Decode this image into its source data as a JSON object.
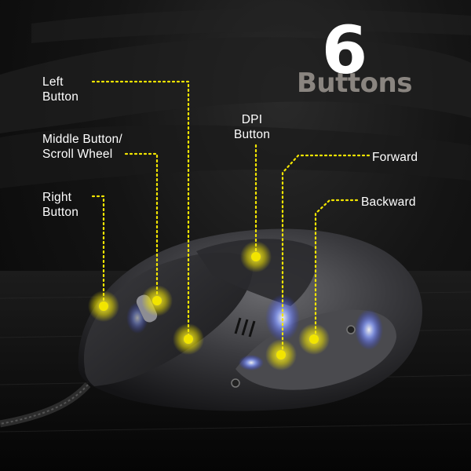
{
  "headline": {
    "number": "6",
    "word": "Buttons"
  },
  "labels": {
    "left_button": [
      "Left",
      "Button"
    ],
    "middle_button": [
      "Middle Button/",
      "Scroll Wheel"
    ],
    "right_button": [
      "Right",
      "Button"
    ],
    "dpi_button": [
      "DPI",
      "Button"
    ],
    "forward": "Forward",
    "backward": "Backward"
  },
  "colors": {
    "accent": "#f2e500",
    "text": "#ffffff",
    "headline_word": "#8a8580",
    "background": "#0b0b0b",
    "led_glow": "#5a7cff"
  }
}
